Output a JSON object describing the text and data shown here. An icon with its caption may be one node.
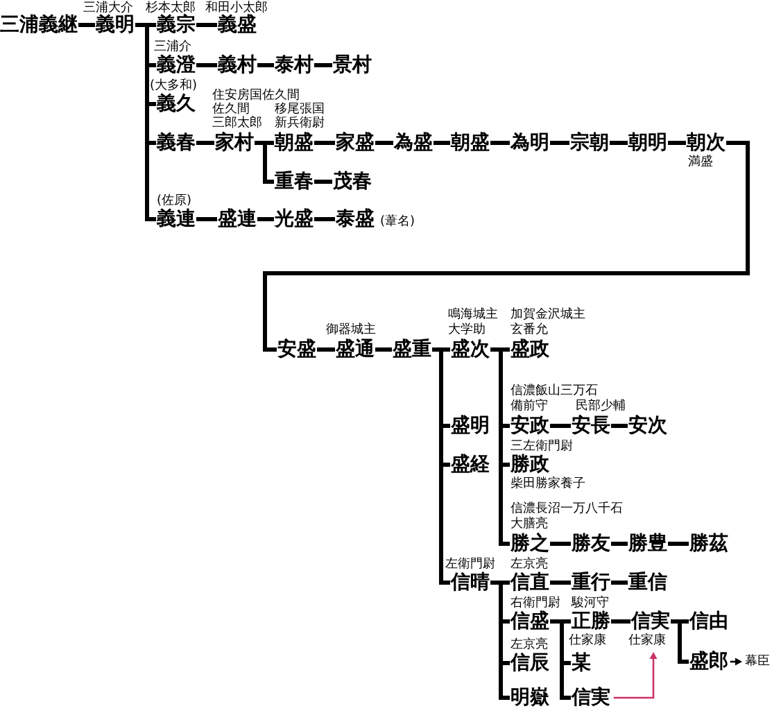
{
  "diagram": {
    "nodes": [
      {
        "text": [
          "三浦義継"
        ]
      },
      {
        "text": [
          "義明"
        ],
        "beside": [
          "三浦大介"
        ]
      },
      {
        "text": [
          "義宗"
        ],
        "beside": [
          "杉本太郎"
        ]
      },
      {
        "text": [
          "義盛"
        ],
        "beside": [
          "和田小太郎"
        ]
      },
      {
        "text": [
          "義澄"
        ],
        "beside": [
          "三浦介"
        ]
      },
      {
        "text": [
          "義村"
        ]
      },
      {
        "text": [
          "泰村"
        ]
      },
      {
        "text": [
          "景村"
        ]
      },
      {
        "text": [
          "義久"
        ],
        "beside": [
          "(大多和)"
        ]
      },
      {
        "text": [
          "義春"
        ]
      },
      {
        "text": [
          "家村"
        ],
        "beside": [
          "住安房国佐久間",
          "佐久間",
          "三郎太郎"
        ]
      },
      {
        "text": [
          "朝盛"
        ],
        "beside": [
          "移尾張国",
          "新兵衛尉"
        ]
      },
      {
        "text": [
          "家盛"
        ]
      },
      {
        "text": [
          "為盛"
        ]
      },
      {
        "text": [
          "朝盛"
        ]
      },
      {
        "text": [
          "為明"
        ]
      },
      {
        "text": [
          "宗朝"
        ]
      },
      {
        "text": [
          "朝明"
        ]
      },
      {
        "text": [
          "朝次"
        ],
        "beside": [
          "満盛"
        ]
      },
      {
        "text": [
          "重春"
        ]
      },
      {
        "text": [
          "茂春"
        ]
      },
      {
        "text": [
          "義連"
        ],
        "beside": [
          "(佐原)"
        ]
      },
      {
        "text": [
          "盛連"
        ]
      },
      {
        "text": [
          "光盛"
        ]
      },
      {
        "text": [
          "泰盛"
        ],
        "beside": [
          "(葦名)"
        ]
      },
      {
        "text": [
          "安盛"
        ]
      },
      {
        "text": [
          "盛通"
        ],
        "beside": [
          "御器城主"
        ]
      },
      {
        "text": [
          "盛重"
        ]
      },
      {
        "text": [
          "盛次"
        ],
        "beside": [
          "鳴海城主",
          "大学助"
        ]
      },
      {
        "text": [
          "盛政"
        ],
        "beside": [
          "加賀金沢城主",
          "玄番允"
        ]
      },
      {
        "text": [
          "盛明"
        ]
      },
      {
        "text": [
          "安政"
        ],
        "beside": [
          "信濃飯山三万石",
          "備前守"
        ]
      },
      {
        "text": [
          "安長"
        ],
        "beside": [
          "民部少輔"
        ]
      },
      {
        "text": [
          "安次"
        ]
      },
      {
        "text": [
          "盛経"
        ]
      },
      {
        "text": [
          "勝政"
        ],
        "beside": [
          "三左衛門尉",
          "柴田勝家養子"
        ]
      },
      {
        "text": [
          "勝之"
        ],
        "beside": [
          "信濃長沼一万八千石",
          "大膳亮"
        ]
      },
      {
        "text": [
          "勝友"
        ]
      },
      {
        "text": [
          "勝豊"
        ]
      },
      {
        "text": [
          "勝茲"
        ]
      },
      {
        "text": [
          "信晴"
        ],
        "beside": [
          "左衛門尉"
        ]
      },
      {
        "text": [
          "信直"
        ],
        "beside": [
          "左京亮"
        ]
      },
      {
        "text": [
          "重行"
        ]
      },
      {
        "text": [
          "重信"
        ]
      },
      {
        "text": [
          "信盛"
        ],
        "beside": [
          "右衛門尉"
        ]
      },
      {
        "text": [
          "正勝"
        ],
        "beside": [
          "駿河守",
          "仕家康"
        ]
      },
      {
        "text": [
          "信実"
        ],
        "beside": [
          "仕家康"
        ]
      },
      {
        "text": [
          "信由"
        ]
      },
      {
        "text": [
          "信辰"
        ],
        "beside": [
          "左京亮"
        ]
      },
      {
        "text": [
          "某"
        ]
      },
      {
        "text": [
          "明嶽"
        ]
      },
      {
        "text": [
          "信実"
        ]
      },
      {
        "text": [
          "盛郎"
        ]
      },
      {
        "text": [
          "幕臣"
        ]
      }
    ],
    "edges": [
      {
        "from": 0,
        "to": 1,
        "arrow": "none"
      },
      {
        "from": 1,
        "to": 2,
        "arrow": "none"
      },
      {
        "from": 1,
        "to": 4,
        "arrow": "none"
      },
      {
        "from": 1,
        "to": 8,
        "arrow": "none"
      },
      {
        "from": 1,
        "to": 9,
        "arrow": "none"
      },
      {
        "from": 1,
        "to": 21,
        "arrow": "none"
      },
      {
        "from": 2,
        "to": 3,
        "arrow": "none"
      },
      {
        "from": 4,
        "to": 5,
        "arrow": "none"
      },
      {
        "from": 5,
        "to": 6,
        "arrow": "none"
      },
      {
        "from": 6,
        "to": 7,
        "arrow": "none"
      },
      {
        "from": 9,
        "to": 10,
        "arrow": "none"
      },
      {
        "from": 10,
        "to": 11,
        "arrow": "none"
      },
      {
        "from": 10,
        "to": 19,
        "arrow": "none"
      },
      {
        "from": 11,
        "to": 12,
        "arrow": "none"
      },
      {
        "from": 12,
        "to": 13,
        "arrow": "none"
      },
      {
        "from": 13,
        "to": 14,
        "arrow": "none"
      },
      {
        "from": 14,
        "to": 15,
        "arrow": "none"
      },
      {
        "from": 15,
        "to": 16,
        "arrow": "none"
      },
      {
        "from": 16,
        "to": 17,
        "arrow": "none"
      },
      {
        "from": 17,
        "to": 18,
        "arrow": "none"
      },
      {
        "from": 18,
        "to": 25,
        "arrow": "none"
      },
      {
        "from": 19,
        "to": 20,
        "arrow": "none"
      },
      {
        "from": 21,
        "to": 22,
        "arrow": "none"
      },
      {
        "from": 22,
        "to": 23,
        "arrow": "none"
      },
      {
        "from": 23,
        "to": 24,
        "arrow": "none"
      },
      {
        "from": 25,
        "to": 26,
        "arrow": "none"
      },
      {
        "from": 26,
        "to": 27,
        "arrow": "none"
      },
      {
        "from": 27,
        "to": 28,
        "arrow": "none"
      },
      {
        "from": 27,
        "to": 30,
        "arrow": "none"
      },
      {
        "from": 27,
        "to": 34,
        "arrow": "none"
      },
      {
        "from": 27,
        "to": 40,
        "arrow": "none"
      },
      {
        "from": 28,
        "to": 29,
        "arrow": "none"
      },
      {
        "from": 28,
        "to": 31,
        "arrow": "none"
      },
      {
        "from": 28,
        "to": 35,
        "arrow": "none"
      },
      {
        "from": 28,
        "to": 36,
        "arrow": "none"
      },
      {
        "from": 31,
        "to": 32,
        "arrow": "none"
      },
      {
        "from": 32,
        "to": 33,
        "arrow": "none"
      },
      {
        "from": 36,
        "to": 37,
        "arrow": "none"
      },
      {
        "from": 37,
        "to": 38,
        "arrow": "none"
      },
      {
        "from": 38,
        "to": 39,
        "arrow": "none"
      },
      {
        "from": 40,
        "to": 41,
        "arrow": "none"
      },
      {
        "from": 40,
        "to": 44,
        "arrow": "none"
      },
      {
        "from": 40,
        "to": 48,
        "arrow": "none"
      },
      {
        "from": 40,
        "to": 50,
        "arrow": "none"
      },
      {
        "from": 41,
        "to": 42,
        "arrow": "none"
      },
      {
        "from": 42,
        "to": 43,
        "arrow": "none"
      },
      {
        "from": 44,
        "to": 45,
        "arrow": "none"
      },
      {
        "from": 44,
        "to": 49,
        "arrow": "none"
      },
      {
        "from": 44,
        "to": 51,
        "arrow": "none"
      },
      {
        "from": 45,
        "to": 46,
        "arrow": "none"
      },
      {
        "from": 46,
        "to": 47,
        "arrow": "none"
      },
      {
        "from": 46,
        "to": 52,
        "arrow": "none"
      },
      {
        "from": 52,
        "to": 53,
        "arrow": "to"
      },
      {
        "from": 51,
        "to": 46,
        "arrow": "to",
        "color": "#cc3366"
      }
    ]
  }
}
